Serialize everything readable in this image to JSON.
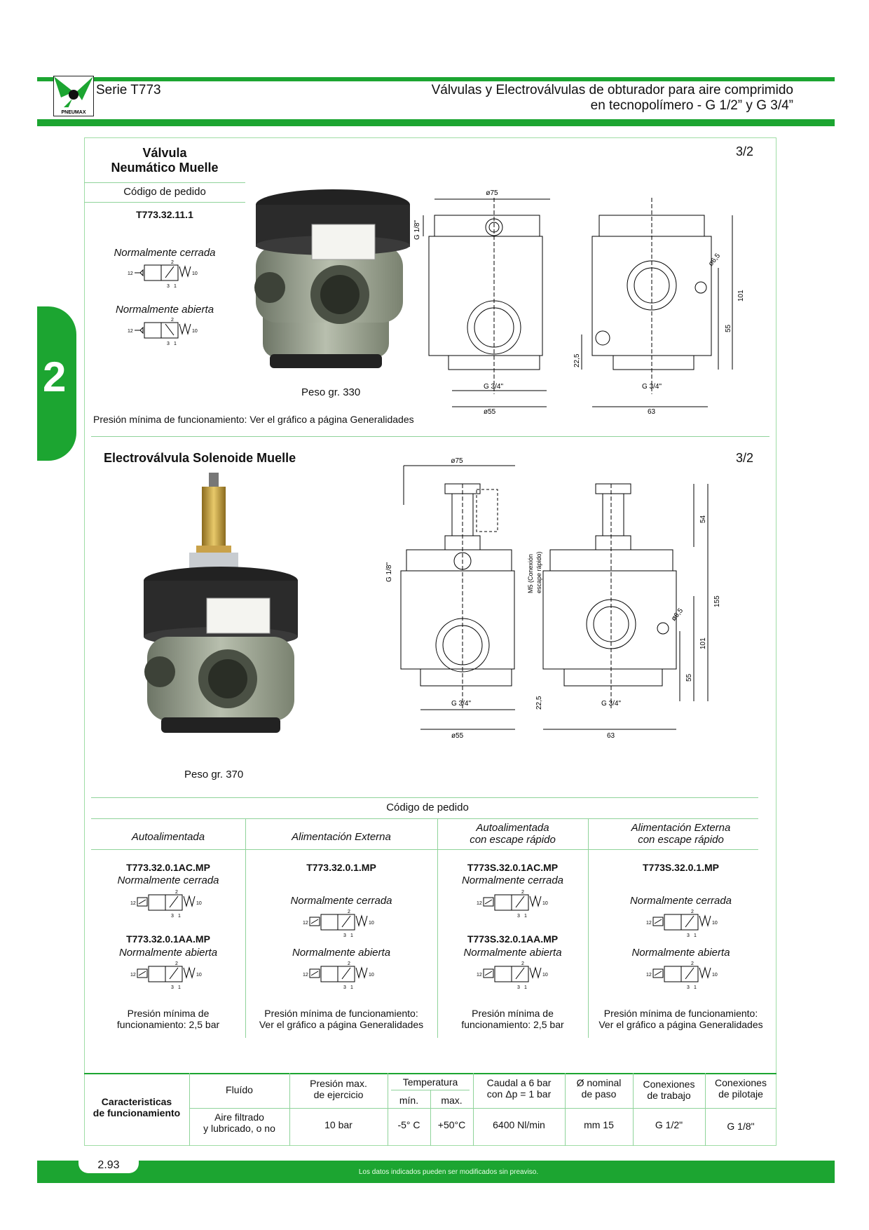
{
  "header": {
    "series": "Serie T773",
    "title_line1": "Válvulas y Electroválvulas de obturador para aire comprimido",
    "title_line2": "en tecnopolímero - G 1/2” y G 3/4”",
    "logo_text": "PNEUMAX"
  },
  "side_tab": "2",
  "section1": {
    "title_line1": "Válvula",
    "title_line2": "Neumático Muelle",
    "ratio": "3/2",
    "order_label": "Código de pedido",
    "code": "T773.32.11.1",
    "nc_label": "Normalmente cerrada",
    "no_label": "Normalmente abierta",
    "weight": "Peso gr. 330",
    "pressure_note": "Presión mínima de funcionamiento: Ver el gráfico a página Generalidades",
    "dims": {
      "d75": "ø75",
      "g18": "G 1/8\"",
      "g34a": "G 3/4\"",
      "g34b": "G 3/4\"",
      "d55": "ø55",
      "w63": "63",
      "h225": "22,5",
      "h55": "55",
      "h101": "101",
      "d65": "ø6,5"
    }
  },
  "section2": {
    "title": "Electroválvula Solenoide Muelle",
    "ratio": "3/2",
    "weight": "Peso gr. 370",
    "dims": {
      "d75": "ø75",
      "g18": "G 1/8\"",
      "m5a": "M5 (Conexión",
      "m5b": "escape rápido)",
      "g34a": "G 3/4\"",
      "g34b": "G 3/4\"",
      "d55": "ø55",
      "w63": "63",
      "h225": "22,5",
      "h55": "55",
      "h101": "101",
      "h155": "155",
      "h54": "54",
      "d65": "ø6,5"
    }
  },
  "order": {
    "label": "Código de pedido",
    "columns": [
      {
        "head1": "Autoalimentada",
        "head2": "",
        "nc_code": "T773.32.0.1AC.MP",
        "nc_label": "Normalmente cerrada",
        "no_code": "T773.32.0.1AA.MP",
        "no_label": "Normalmente abierta",
        "note1": "Presión mínima de",
        "note2": "funcionamiento: 2,5 bar"
      },
      {
        "head1": "Alimentación  Externa",
        "head2": "",
        "nc_code": "T773.32.0.1.MP",
        "nc_label": "Normalmente cerrada",
        "no_code": "",
        "no_label": "Normalmente abierta",
        "note1": "Presión mínima de funcionamiento:",
        "note2": "Ver el gráfico a página Generalidades"
      },
      {
        "head1": "Autoalimentada",
        "head2": "con escape rápido",
        "nc_code": "T773S.32.0.1AC.MP",
        "nc_label": "Normalmente cerrada",
        "no_code": "T773S.32.0.1AA.MP",
        "no_label": "Normalmente abierta",
        "note1": "Presión mínima de",
        "note2": "funcionamiento: 2,5 bar"
      },
      {
        "head1": "Alimentación  Externa",
        "head2": "con escape rápido",
        "nc_code": "T773S.32.0.1.MP",
        "nc_label": "Normalmente cerrada",
        "no_code": "",
        "no_label": "Normalmente abierta",
        "note1": "Presión mínima de funcionamiento:",
        "note2": "Ver el gráfico a página Generalidades"
      }
    ]
  },
  "specs": {
    "row_label1": "Caracteristicas",
    "row_label2": "de funcionamiento",
    "fluid_h": "Fluído",
    "fluid_v1": "Aire filtrado",
    "fluid_v2": "y lubricado, o no",
    "press_h1": "Presión max.",
    "press_h2": "de ejercicio",
    "press_v": "10 bar",
    "temp_h": "Temperatura",
    "temp_min_h": "mín.",
    "temp_max_h": "max.",
    "temp_min": "-5° C",
    "temp_max": "+50°C",
    "flow_h1": "Caudal a 6 bar",
    "flow_h2": "con Δp = 1 bar",
    "flow_v": "6400 Nl/min",
    "bore_h1": "Ø nominal",
    "bore_h2": "de paso",
    "bore_v": "mm 15",
    "work_h1": "Conexiones",
    "work_h2": "de trabajo",
    "work_v": "G 1/2\"",
    "pilot_h1": "Conexiones",
    "pilot_h2": "de pilotaje",
    "pilot_v": "G 1/8\""
  },
  "footer": {
    "page": "2.93",
    "note": "Los datos indicados pueden ser modificados sin preaviso."
  },
  "symbol_labels": {
    "p12": "12",
    "p10": "10",
    "p2": "2",
    "p3": "3",
    "p1": "1"
  },
  "colors": {
    "brand_green": "#1ca531"
  }
}
